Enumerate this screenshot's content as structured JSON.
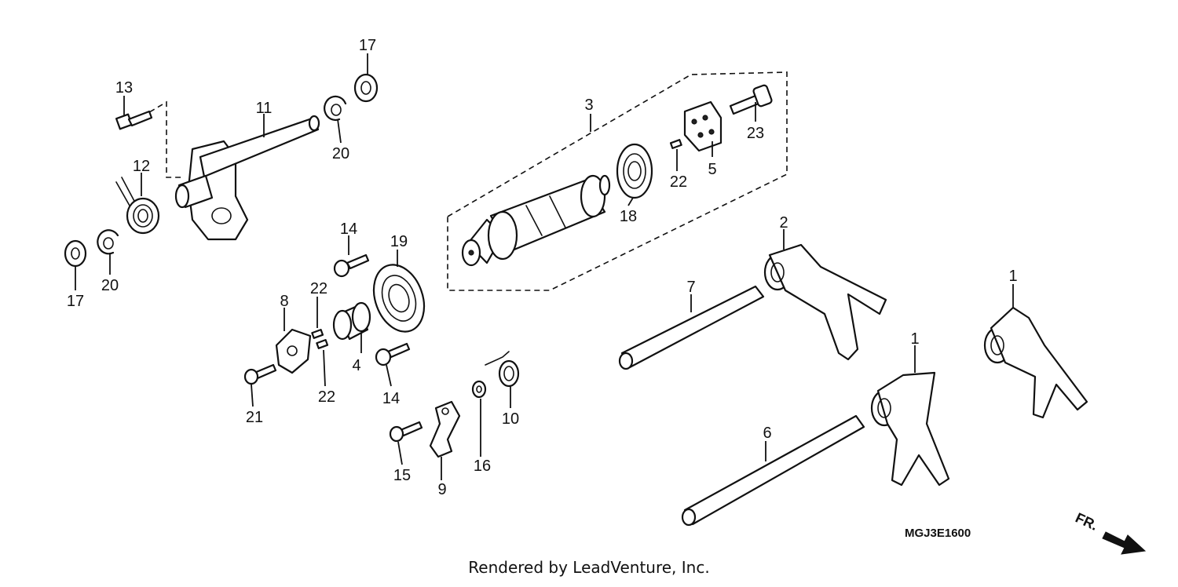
{
  "diagram": {
    "code": "MGJ3E1600",
    "credit": "Rendered by LeadVenture, Inc.",
    "front_marker": "FR.",
    "callouts": {
      "c1a": "1",
      "c1b": "1",
      "c2": "2",
      "c3": "3",
      "c4": "4",
      "c5": "5",
      "c6": "6",
      "c7": "7",
      "c8": "8",
      "c9": "9",
      "c10": "10",
      "c11": "11",
      "c12": "12",
      "c13": "13",
      "c14a": "14",
      "c14b": "14",
      "c15": "15",
      "c16": "16",
      "c17a": "17",
      "c17b": "17",
      "c18": "18",
      "c19": "19",
      "c20a": "20",
      "c20b": "20",
      "c21": "21",
      "c22a": "22",
      "c22b": "22",
      "c22c": "22",
      "c23": "23"
    }
  }
}
